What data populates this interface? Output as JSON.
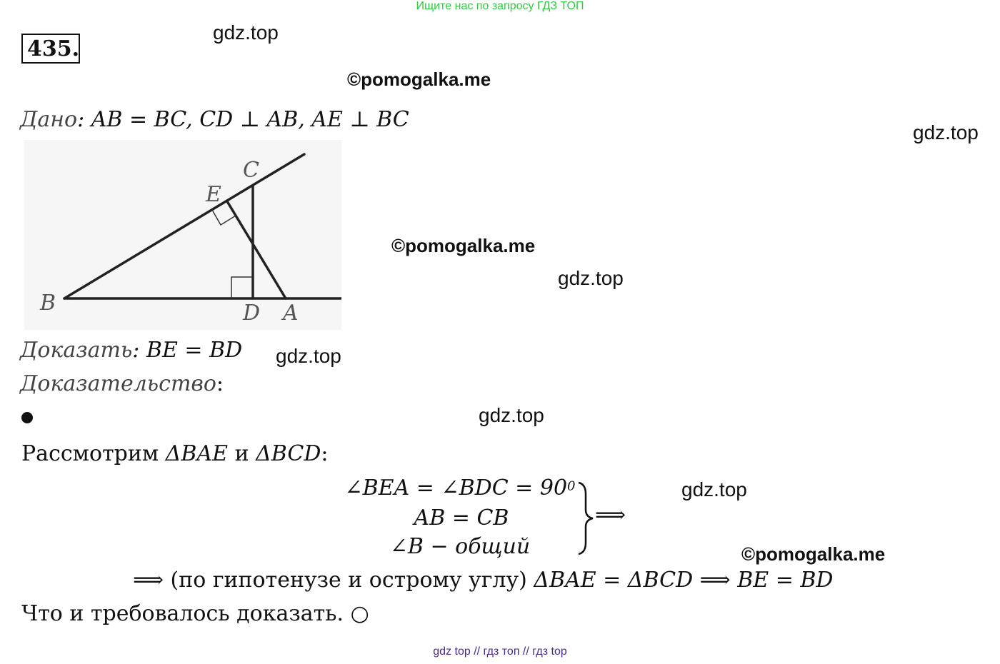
{
  "banner": "Ищите нас по запросу ГДЗ ТОП",
  "problem_number": "435.",
  "watermarks": {
    "gdz": "gdz.top",
    "pomogalka": "©pomogalka.me"
  },
  "given": {
    "label": "Дано",
    "statement": ": AB = BC, CD ⊥ AB, AE ⊥ BC"
  },
  "figure": {
    "labels": {
      "B": "B",
      "C": "C",
      "E": "E",
      "D": "D",
      "A": "A"
    }
  },
  "prove": {
    "label": "Доказать",
    "statement": ": BE = BD"
  },
  "proof_label": "Доказательство",
  "proof_colon": ":",
  "consider": {
    "text": "Рассмотрим ",
    "tri1": "ΔBAE",
    "and": "  и ",
    "tri2": "ΔBCD",
    "colon": ":"
  },
  "system": {
    "line1": "∠BEA = ∠BDC = 90",
    "line1_sup": "0",
    "line2": "AB = CB",
    "line3": "∠B − общий",
    "implies": "⟹"
  },
  "conclusion": {
    "arrow": "⟹ ",
    "reason": "(по гипотенузе и острому углу) ",
    "eq1": "ΔBAE  = ΔBCD",
    "arrow2": " ⟹ ",
    "eq2": "BE = BD"
  },
  "qed": "Что и требовалось доказать. ○",
  "footer": "gdz top  //  гдз топ  //  гдз top"
}
